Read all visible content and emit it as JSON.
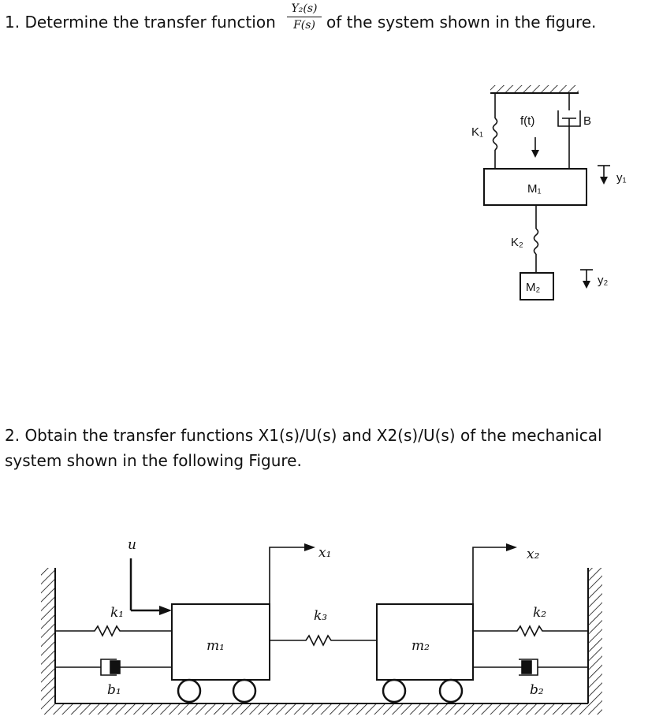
{
  "q1": {
    "before": "1.  Determine the transfer function",
    "frac_num": "Y₂(s)",
    "frac_den": "F(s)",
    "after": "of the system shown in the figure."
  },
  "fig1": {
    "f_label": "f(t)",
    "b_label": "B",
    "k1_label": "K₁",
    "m1_label": "M₁",
    "y1_label": "y₁",
    "k2_label": "K₂",
    "m2_label": "M₂",
    "y2_label": "y₂"
  },
  "q2": {
    "text": "2.  Obtain the transfer functions X1(s)/U(s) and X2(s)/U(s) of the mechanical system shown in the following Figure."
  },
  "fig2": {
    "u_label": "u",
    "x1_label": "x₁",
    "x2_label": "x₂",
    "k1_label": "k₁",
    "k3_label": "k₃",
    "k2_label": "k₂",
    "m1_label": "m₁",
    "m2_label": "m₂",
    "b1_label": "b₁",
    "b2_label": "b₂"
  }
}
